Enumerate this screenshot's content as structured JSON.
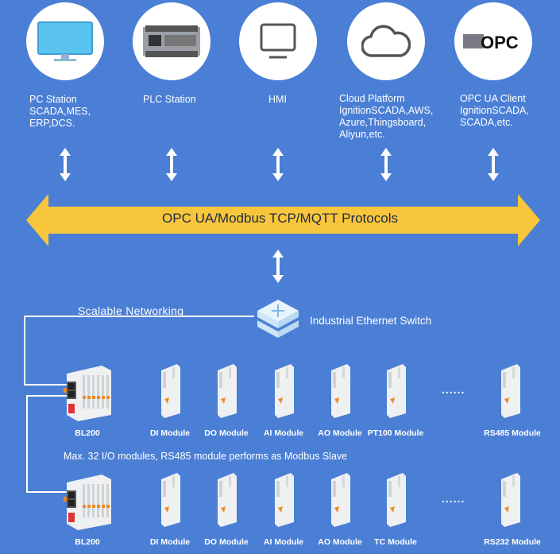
{
  "stations": [
    {
      "icon": "monitor-icon",
      "label": "PC Station\nSCADA,MES,\nERP,DCS."
    },
    {
      "icon": "plc-icon",
      "label": "PLC Station"
    },
    {
      "icon": "hmi-screen-icon",
      "label": "HMI"
    },
    {
      "icon": "cloud-icon",
      "label": "Cloud Platform\nIgnitionSCADA,AWS,\nAzure,Thingsboard,\nAliyun,etc."
    },
    {
      "icon": "opc-logo-icon",
      "label": "OPC UA Client\nIgnitionSCADA,\nSCADA,etc.",
      "logo_text": "OPC"
    }
  ],
  "protocol_band": {
    "label": "OPC UA/Modbus TCP/MQTT Protocols",
    "color": "#f8c63c"
  },
  "switch": {
    "label": "Industrial Ethernet Switch"
  },
  "scalable_label": "Scalable Networking",
  "note": "Max. 32 I/O modules, RS485 module performs as Modbus Slave",
  "ellipsis": "......",
  "row1": [
    "BL200",
    "DI Module",
    "DO Module",
    "AI Module",
    "AO Module",
    "PT100 Module",
    "RS485 Module"
  ],
  "row2": [
    "BL200",
    "DI Module",
    "DO Module",
    "AI Module",
    "AO Module",
    "TC Module",
    "RS232 Module"
  ],
  "colors": {
    "background": "#4b7fd5",
    "accent": "#f08a24"
  }
}
